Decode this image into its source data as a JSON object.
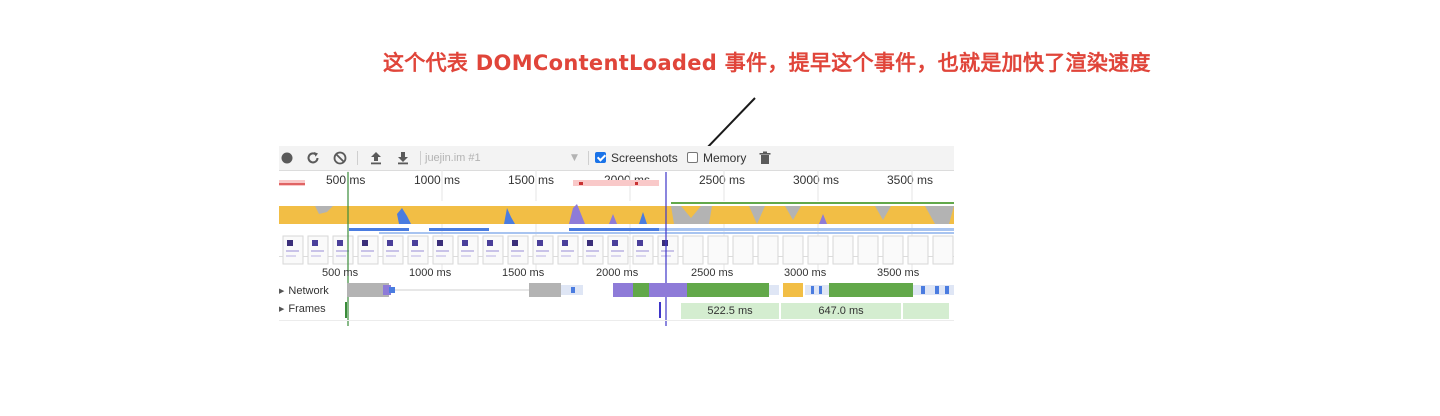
{
  "annotation": {
    "text": "这个代表 DOMContentLoaded 事件，提早这个事件，也就是加快了渲染速度",
    "color": "#e0453a"
  },
  "toolbar": {
    "record_icon": "record-icon",
    "reload_icon": "reload-icon",
    "clear_icon": "clear-icon",
    "upload_icon": "upload-icon",
    "download_icon": "download-icon",
    "profile_select": "juejin.im #1",
    "screenshots_label": "Screenshots",
    "screenshots_checked": true,
    "memory_label": "Memory",
    "memory_checked": false,
    "trash_icon": "trash-icon"
  },
  "overview_ruler": {
    "ticks": [
      "500 ms",
      "1000 ms",
      "1500 ms",
      "2000 ms",
      "2500 ms",
      "3000 ms",
      "3500 ms"
    ]
  },
  "main_ruler": {
    "ticks": [
      "500 ms",
      "1000 ms",
      "1500 ms",
      "2000 ms",
      "2500 ms",
      "3000 ms",
      "3500 ms"
    ]
  },
  "tracks": {
    "network_label": "Network",
    "frames_label": "Frames"
  },
  "frames": {
    "durations": [
      "522.5 ms",
      "647.0 ms"
    ]
  },
  "colors": {
    "scripting": "#f2be45",
    "loading": "#8e7bd8",
    "idle": "#b3b3b3",
    "painting": "#62a84a",
    "network_blue": "#4a7ce0",
    "dcl_marker": "#3e35c8",
    "first_paint_marker": "#3a8c3a",
    "frame_bg": "#d4edd0"
  }
}
